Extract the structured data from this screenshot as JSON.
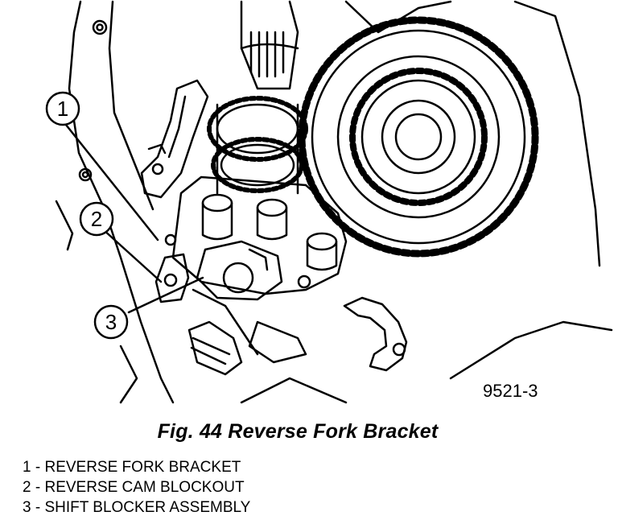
{
  "figure": {
    "code": "9521-3",
    "callouts": [
      {
        "number": "1"
      },
      {
        "number": "2"
      },
      {
        "number": "3"
      }
    ]
  },
  "caption": "Fig. 44 Reverse Fork Bracket",
  "legend": [
    {
      "number": "1",
      "text": "REVERSE FORK BRACKET"
    },
    {
      "number": "2",
      "text": "REVERSE CAM BLOCKOUT"
    },
    {
      "number": "3",
      "text": "SHIFT BLOCKER ASSEMBLY"
    }
  ]
}
